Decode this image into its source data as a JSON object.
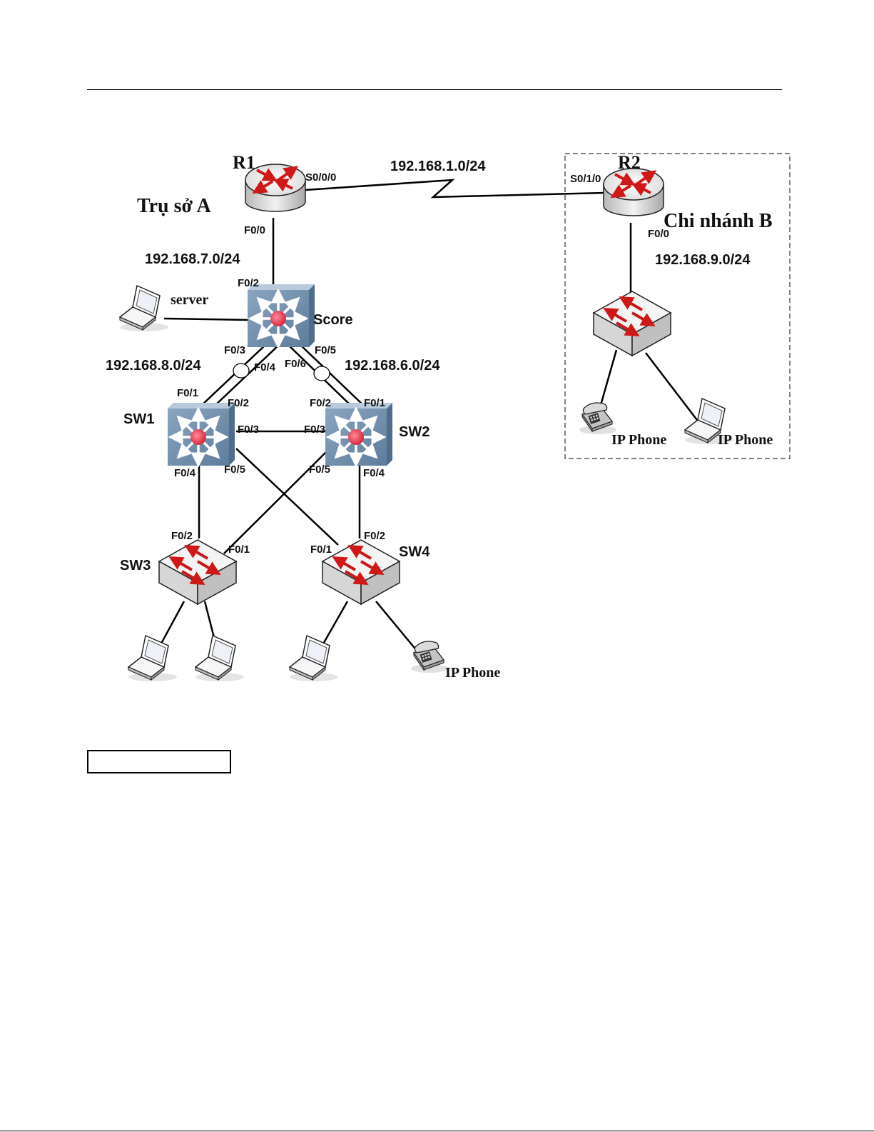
{
  "document": {
    "caption_box_text": ""
  },
  "sites": {
    "site_a": "Trụ sở A",
    "site_b": "Chi nhánh B"
  },
  "networks": {
    "wan": "192.168.1.0/24",
    "r1_lan": "192.168.7.0/24",
    "sw1_link": "192.168.8.0/24",
    "sw2_link": "192.168.6.0/24",
    "branch_lan": "192.168.9.0/24"
  },
  "devices": {
    "r1": "R1",
    "r2": "R2",
    "score": "Score",
    "sw1": "SW1",
    "sw2": "SW2",
    "sw3": "SW3",
    "sw4": "SW4",
    "server": "server",
    "ip_phone_a": "IP Phone",
    "ip_phone_b1": "IP Phone",
    "ip_phone_b2": "IP Phone"
  },
  "ports": {
    "r1_s": "S0/0/0",
    "r1_f": "F0/0",
    "r2_s": "S0/1/0",
    "r2_f": "F0/0",
    "score_f2": "F0/2",
    "score_f3": "F0/3",
    "score_f4": "F0/4",
    "score_f5": "F0/5",
    "score_f6": "F0/6",
    "sw1_f1": "F0/1",
    "sw1_f2": "F0/2",
    "sw1_f3": "F0/3",
    "sw1_f4": "F0/4",
    "sw1_f5": "F0/5",
    "sw2_f1": "F0/1",
    "sw2_f2": "F0/2",
    "sw2_f3": "F0/3",
    "sw2_f4": "F0/4",
    "sw2_f5": "F0/5",
    "sw3_f1": "F0/1",
    "sw3_f2": "F0/2",
    "sw4_f1": "F0/1",
    "sw4_f2": "F0/2"
  },
  "colors": {
    "router_arrow": "#d01818",
    "l3_switch_body": "#6f8fae",
    "l3_switch_core": "#e33a4d",
    "link": "#000000"
  }
}
